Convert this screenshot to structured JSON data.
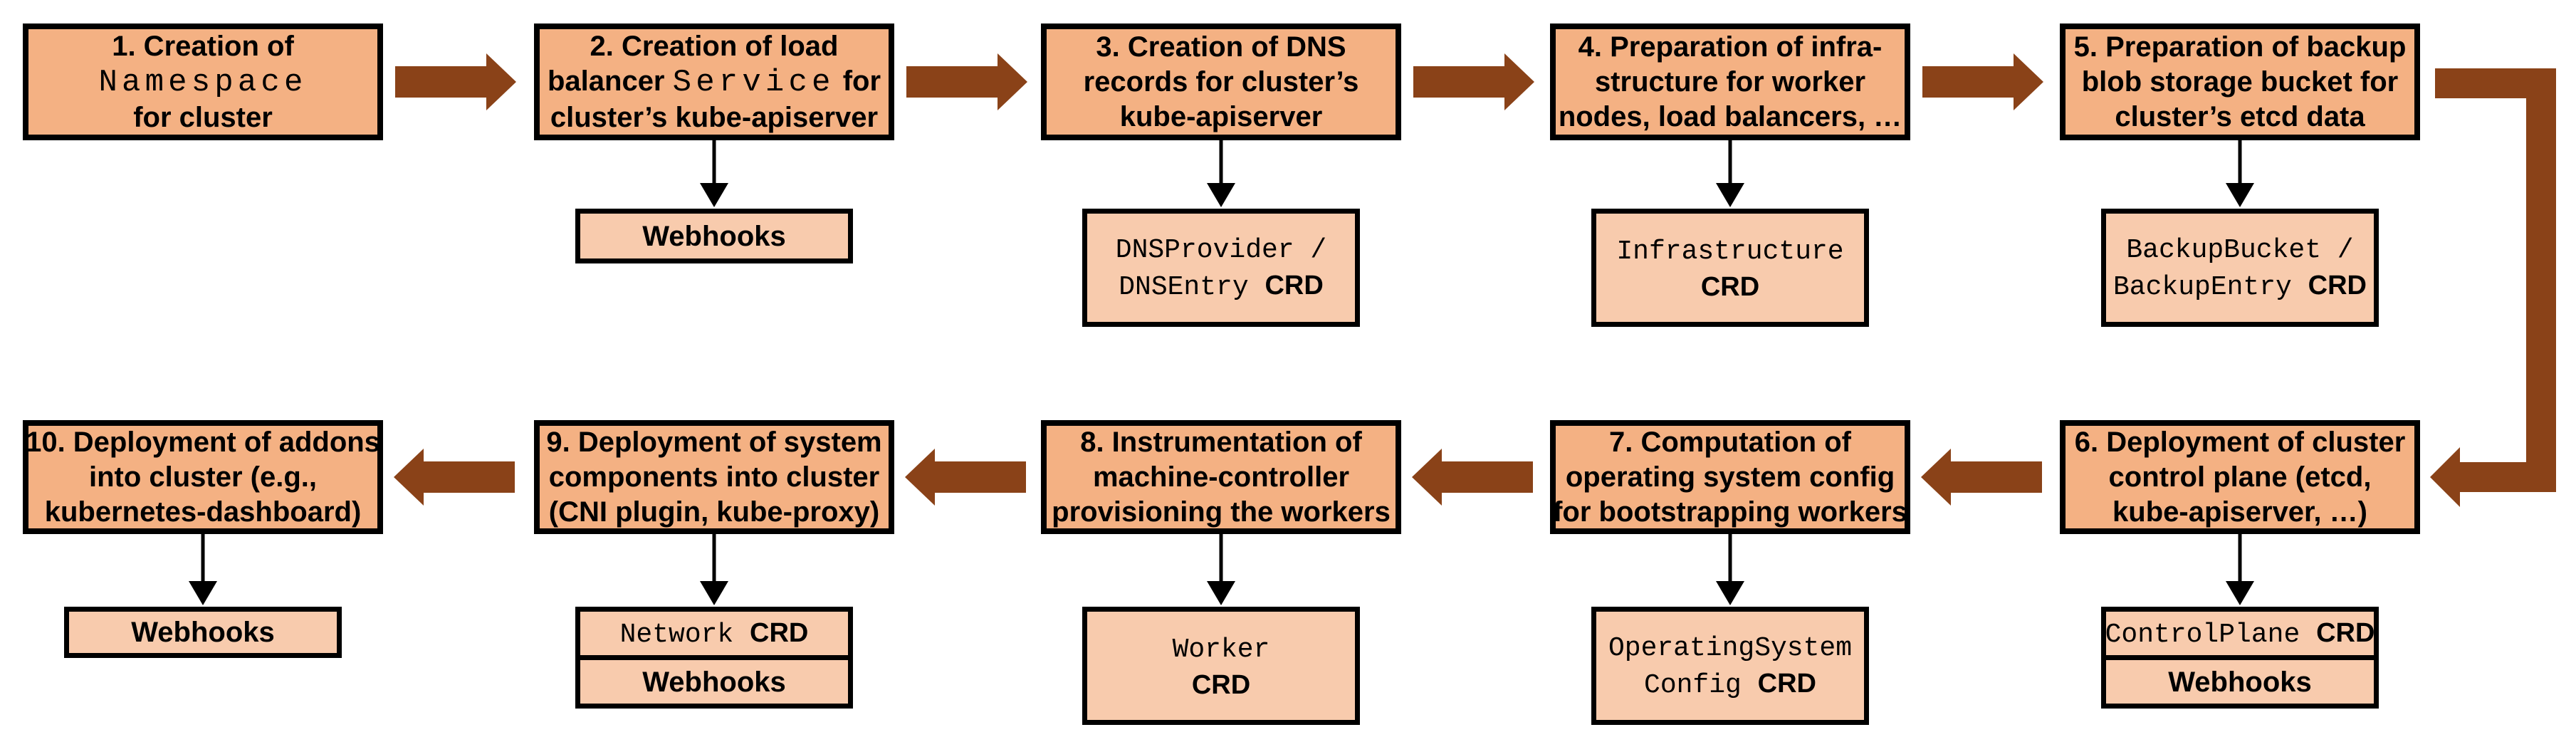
{
  "diagram": {
    "description": "Cluster reconciliation flow diagram with ten numbered steps",
    "colors": {
      "background": "#FFFFFF",
      "step_box_fill": "#F4B183",
      "sub_box_fill": "#F8CBAD",
      "box_border": "#000000",
      "flow_arrow": "#8A4218",
      "sub_arrow": "#000000"
    },
    "steps": [
      {
        "id": 1,
        "row": 1,
        "col": 0,
        "label_lines": [
          [
            {
              "t": "1. Creation of"
            }
          ],
          [
            {
              "t": "Namespace",
              "mono": true
            }
          ],
          [
            {
              "t": "for cluster"
            }
          ]
        ],
        "sub_boxes": []
      },
      {
        "id": 2,
        "row": 1,
        "col": 1,
        "label_lines": [
          [
            {
              "t": "2. Creation of load"
            }
          ],
          [
            {
              "t": "balancer "
            },
            {
              "t": "Service",
              "mono": true
            },
            {
              "t": " for"
            }
          ],
          [
            {
              "t": "cluster’s kube-apiserver"
            }
          ]
        ],
        "sub_boxes": [
          {
            "lines": [
              [
                {
                  "t": "Webhooks"
                }
              ]
            ]
          }
        ]
      },
      {
        "id": 3,
        "row": 1,
        "col": 2,
        "label_lines": [
          [
            {
              "t": "3. Creation of DNS"
            }
          ],
          [
            {
              "t": "records for cluster’s"
            }
          ],
          [
            {
              "t": "kube-apiserver"
            }
          ]
        ],
        "sub_boxes": [
          {
            "lines": [
              [
                {
                  "t": "DNSProvider /",
                  "mono": true
                }
              ],
              [
                {
                  "t": "DNSEntry ",
                  "mono": true
                },
                {
                  "t": "CRD",
                  "crd": true
                }
              ]
            ]
          }
        ]
      },
      {
        "id": 4,
        "row": 1,
        "col": 3,
        "label_lines": [
          [
            {
              "t": "4. Preparation of infra-"
            }
          ],
          [
            {
              "t": "structure for worker"
            }
          ],
          [
            {
              "t": "nodes, load balancers, …"
            }
          ]
        ],
        "sub_boxes": [
          {
            "lines": [
              [
                {
                  "t": "Infrastructure",
                  "mono": true
                }
              ],
              [
                {
                  "t": "CRD",
                  "crd": true
                }
              ]
            ]
          }
        ]
      },
      {
        "id": 5,
        "row": 1,
        "col": 4,
        "label_lines": [
          [
            {
              "t": "5. Preparation of backup"
            }
          ],
          [
            {
              "t": "blob storage bucket for"
            }
          ],
          [
            {
              "t": "cluster’s etcd data"
            }
          ]
        ],
        "sub_boxes": [
          {
            "lines": [
              [
                {
                  "t": "BackupBucket /",
                  "mono": true
                }
              ],
              [
                {
                  "t": "BackupEntry ",
                  "mono": true
                },
                {
                  "t": "CRD",
                  "crd": true
                }
              ]
            ]
          }
        ]
      },
      {
        "id": 6,
        "row": 2,
        "col": 4,
        "label_lines": [
          [
            {
              "t": "6. Deployment of cluster"
            }
          ],
          [
            {
              "t": "control plane (etcd,"
            }
          ],
          [
            {
              "t": "kube-apiserver, …)"
            }
          ]
        ],
        "sub_boxes": [
          {
            "lines": [
              [
                {
                  "t": "ControlPlane ",
                  "mono": true
                },
                {
                  "t": "CRD",
                  "crd": true
                }
              ]
            ]
          },
          {
            "lines": [
              [
                {
                  "t": "Webhooks"
                }
              ]
            ]
          }
        ]
      },
      {
        "id": 7,
        "row": 2,
        "col": 3,
        "label_lines": [
          [
            {
              "t": "7. Computation of"
            }
          ],
          [
            {
              "t": "operating system config"
            }
          ],
          [
            {
              "t": "for bootstrapping workers"
            }
          ]
        ],
        "sub_boxes": [
          {
            "lines": [
              [
                {
                  "t": "OperatingSystem",
                  "mono": true
                }
              ],
              [
                {
                  "t": "Config ",
                  "mono": true
                },
                {
                  "t": "CRD",
                  "crd": true
                }
              ]
            ]
          }
        ]
      },
      {
        "id": 8,
        "row": 2,
        "col": 2,
        "label_lines": [
          [
            {
              "t": "8. Instrumentation of"
            }
          ],
          [
            {
              "t": "machine-controller"
            }
          ],
          [
            {
              "t": "provisioning the workers"
            }
          ]
        ],
        "sub_boxes": [
          {
            "lines": [
              [
                {
                  "t": "Worker",
                  "mono": true
                }
              ],
              [
                {
                  "t": "CRD",
                  "crd": true
                }
              ]
            ]
          }
        ]
      },
      {
        "id": 9,
        "row": 2,
        "col": 1,
        "label_lines": [
          [
            {
              "t": "9. Deployment of system"
            }
          ],
          [
            {
              "t": "components into cluster"
            }
          ],
          [
            {
              "t": "(CNI plugin, kube-proxy)"
            }
          ]
        ],
        "sub_boxes": [
          {
            "lines": [
              [
                {
                  "t": "Network ",
                  "mono": true
                },
                {
                  "t": "CRD",
                  "crd": true
                }
              ]
            ]
          },
          {
            "lines": [
              [
                {
                  "t": "Webhooks"
                }
              ]
            ]
          }
        ]
      },
      {
        "id": 10,
        "row": 2,
        "col": 0,
        "label_lines": [
          [
            {
              "t": "10. Deployment of addons"
            }
          ],
          [
            {
              "t": "into cluster (e.g.,"
            }
          ],
          [
            {
              "t": "kubernetes-dashboard)"
            }
          ]
        ],
        "sub_boxes": [
          {
            "lines": [
              [
                {
                  "t": "Webhooks"
                }
              ]
            ]
          }
        ]
      }
    ],
    "connections": [
      {
        "from": 1,
        "to": 2
      },
      {
        "from": 2,
        "to": 3
      },
      {
        "from": 3,
        "to": 4
      },
      {
        "from": 4,
        "to": 5
      },
      {
        "from": 5,
        "to": 6,
        "elbow": true
      },
      {
        "from": 6,
        "to": 7
      },
      {
        "from": 7,
        "to": 8
      },
      {
        "from": 8,
        "to": 9
      },
      {
        "from": 9,
        "to": 10
      }
    ]
  }
}
